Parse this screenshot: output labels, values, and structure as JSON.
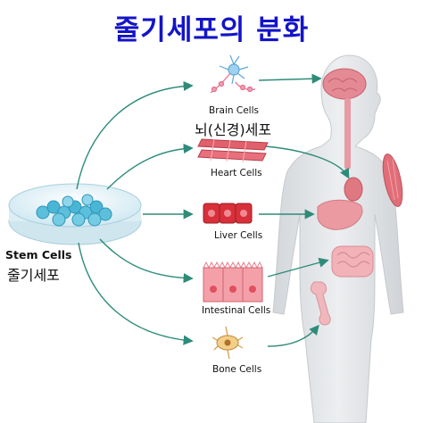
{
  "title": "줄기세포의 분화",
  "stem": {
    "label_en": "Stem Cells",
    "label_kr": "줄기세포"
  },
  "cells": [
    {
      "key": "brain",
      "label": "Brain Cells",
      "label_kr": "뇌(신경)세포"
    },
    {
      "key": "heart",
      "label": "Heart Cells"
    },
    {
      "key": "liver",
      "label": "Liver Cells"
    },
    {
      "key": "intestinal",
      "label": "Intestinal Cells"
    },
    {
      "key": "bone",
      "label": "Bone Cells"
    }
  ],
  "colors": {
    "title": "#1414c8",
    "arrow": "#2e8b7a",
    "body": "#dfe1e4",
    "organ": "#e8808c",
    "dish": "#dff2f8",
    "stem_cell": "#48b8d8"
  }
}
